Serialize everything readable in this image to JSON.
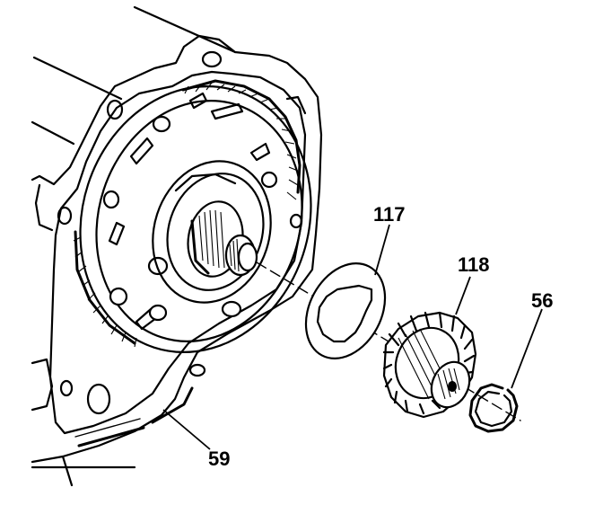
{
  "callouts": [
    {
      "id": "59",
      "label": "59"
    },
    {
      "id": "117",
      "label": "117"
    },
    {
      "id": "118",
      "label": "118"
    },
    {
      "id": "56",
      "label": "56"
    }
  ]
}
